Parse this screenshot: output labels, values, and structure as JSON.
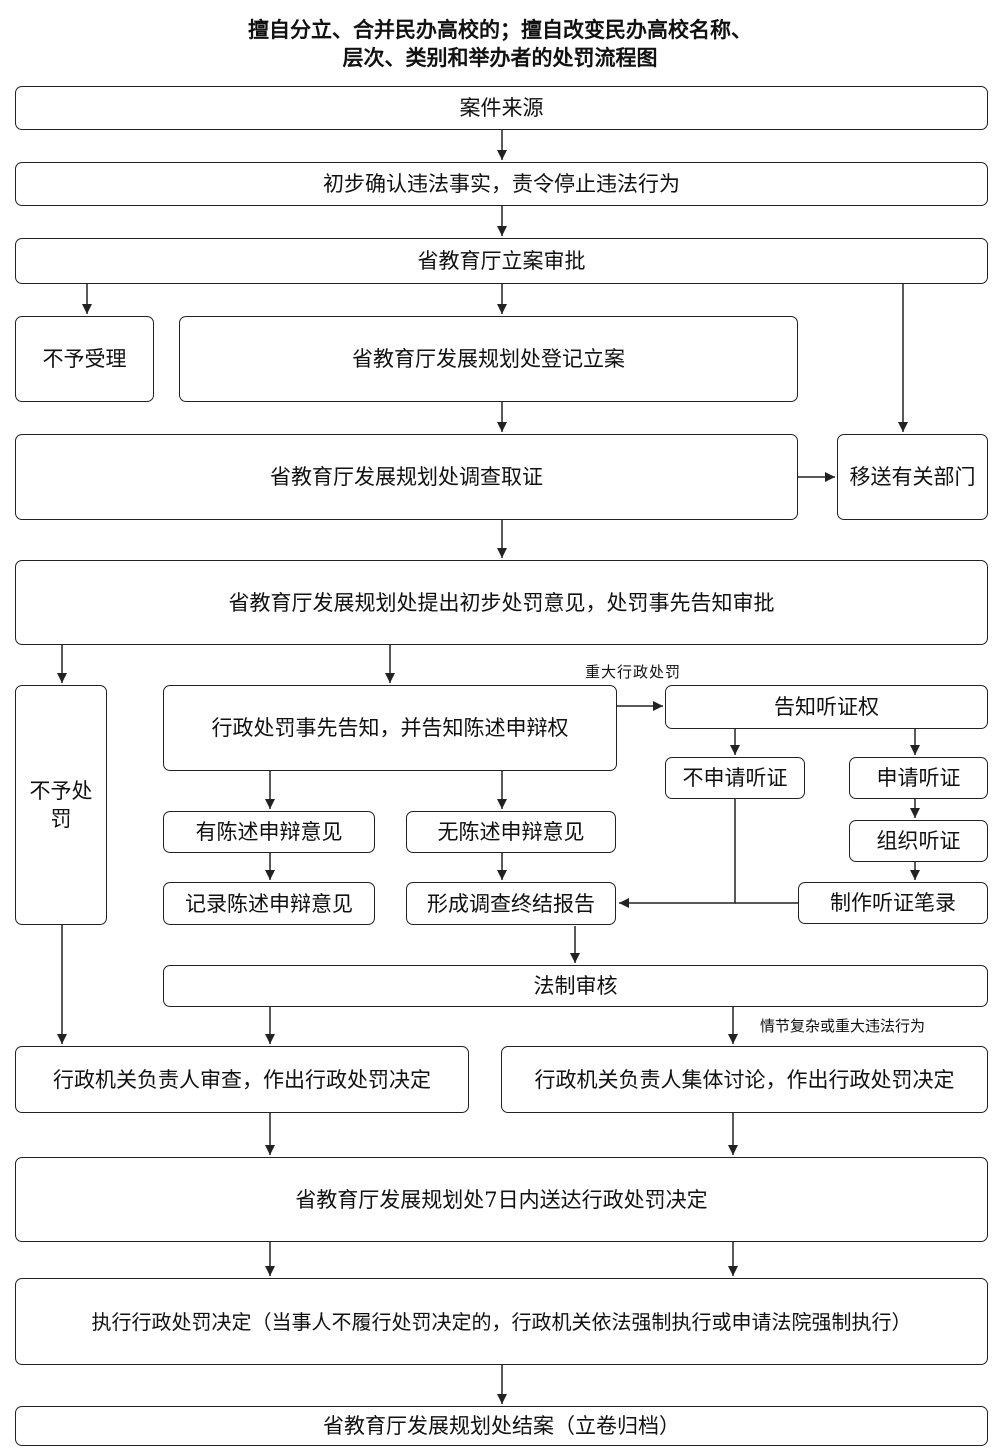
{
  "title": {
    "line1": "擅自分立、合并民办高校的；擅自改变民办高校名称、",
    "line2": "层次、类别和举办者的处罚流程图"
  },
  "boxes": {
    "case_source": "案件来源",
    "preliminary_confirm": "初步确认违法事实，责令停止违法行为",
    "filing_approval": "省教育厅立案审批",
    "not_accepted": "不予受理",
    "register_case": "省教育厅发展规划处登记立案",
    "investigate": "省教育厅发展规划处调查取证",
    "transfer": "移送有关部门",
    "preliminary_opinion": "省教育厅发展规划处提出初步处罚意见，处罚事先告知审批",
    "no_penalty_line1": "不予处",
    "no_penalty_line2": "罚",
    "prior_notice": "行政处罚事先告知，并告知陈述申辩权",
    "notify_hearing": "告知听证权",
    "no_hearing_request": "不申请听证",
    "hearing_request": "申请听证",
    "organize_hearing": "组织听证",
    "hearing_record": "制作听证笔录",
    "has_defense": "有陈述申辩意见",
    "no_defense": "无陈述申辩意见",
    "record_defense": "记录陈述申辩意见",
    "final_report": "形成调查终结报告",
    "legal_review": "法制审核",
    "head_review": "行政机关负责人审查，作出行政处罚决定",
    "collective_discussion": "行政机关负责人集体讨论，作出行政处罚决定",
    "deliver_decision": "省教育厅发展规划处7日内送达行政处罚决定",
    "execute_decision": "执行行政处罚决定（当事人不履行处罚决定的，行政机关依法强制执行或申请法院强制执行）",
    "close_case": "省教育厅发展规划处结案（立卷归档）"
  },
  "notes": {
    "major_penalty": "重大行政处罚",
    "complex_case": "情节复杂或重大违法行为"
  }
}
